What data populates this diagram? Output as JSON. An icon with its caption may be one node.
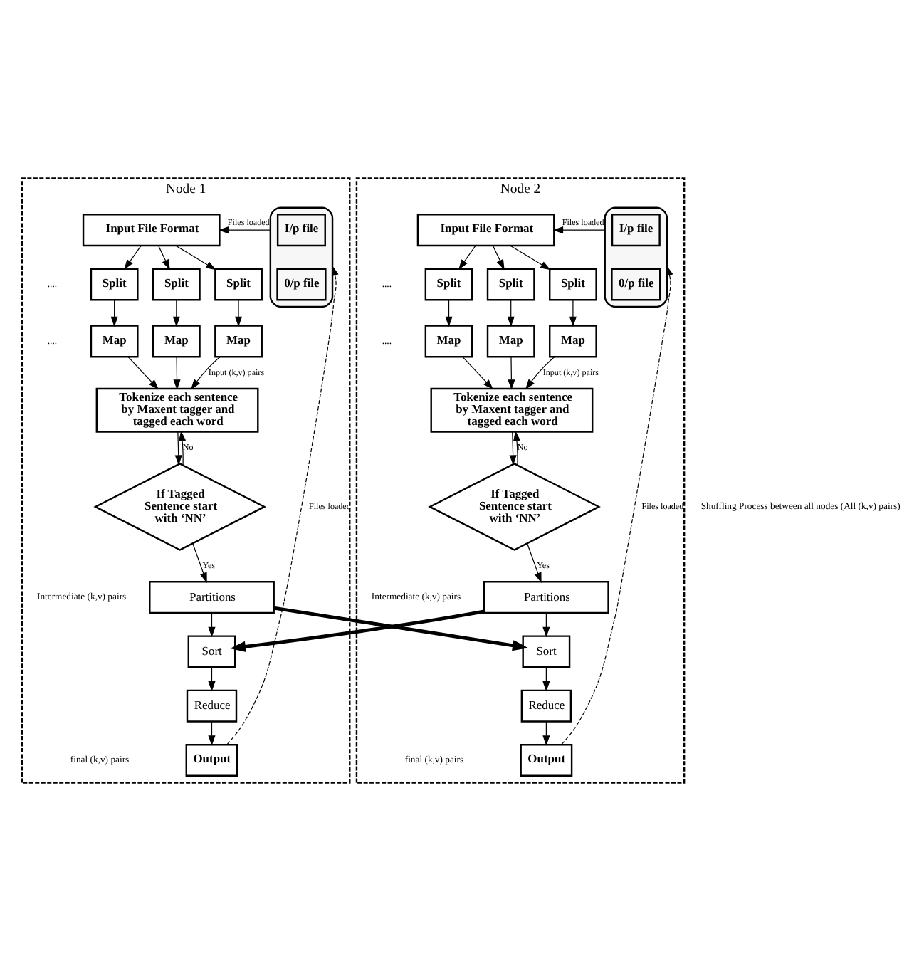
{
  "diagram": {
    "nodes": [
      {
        "text": [
          "Node 1"
        ]
      },
      {
        "text": [],
        "shape": "cylinder",
        "in": 0
      },
      {
        "text": [
          "I/p file"
        ],
        "in": 1
      },
      {
        "text": [
          "0/p file"
        ],
        "in": 1
      },
      {
        "text": [
          "Input File Format"
        ],
        "in": 0
      },
      {
        "text": [
          "Split"
        ],
        "in": 0
      },
      {
        "text": [
          "Split"
        ],
        "in": 0
      },
      {
        "text": [
          "Split"
        ],
        "in": 0
      },
      {
        "text": [
          "Map"
        ],
        "in": 0
      },
      {
        "text": [
          "Map"
        ],
        "in": 0
      },
      {
        "text": [
          "Map"
        ],
        "in": 0
      },
      {
        "text": [
          "Tokenize each sentence by Maxent tagger and tagged each word"
        ],
        "in": 0
      },
      {
        "text": [
          "If Tagged Sentence start with ‘NN’"
        ],
        "in": 0
      },
      {
        "text": [
          "Partitions"
        ],
        "in": 0
      },
      {
        "text": [
          "Sort"
        ],
        "in": 0
      },
      {
        "text": [
          "Reduce"
        ],
        "in": 0
      },
      {
        "text": [
          "Output"
        ],
        "in": 0
      },
      {
        "text": [
          "Node 2"
        ]
      },
      {
        "text": [
          "Input File Format"
        ],
        "in": 17
      },
      {
        "text": [
          "Split"
        ],
        "in": 17
      },
      {
        "text": [
          "Split"
        ],
        "in": 17
      },
      {
        "text": [
          "Split"
        ],
        "in": 17
      },
      {
        "text": [
          "Map"
        ],
        "in": 17
      },
      {
        "text": [
          "Map"
        ],
        "in": 17
      },
      {
        "text": [
          "Map"
        ],
        "in": 17
      },
      {
        "text": [
          "Tokenize each sentence by Maxent tagger and tagged each word"
        ],
        "in": 17
      },
      {
        "text": [
          "If Tagged Sentence start with ‘NN’"
        ],
        "in": 17
      },
      {
        "text": [
          "Partitions"
        ],
        "in": 17
      },
      {
        "text": [
          "Sort"
        ],
        "in": 17
      },
      {
        "text": [
          "Reduce"
        ],
        "in": 17
      },
      {
        "text": [
          "Output"
        ],
        "in": 17
      },
      {
        "text": [],
        "shape": "cylinder",
        "in": 17
      },
      {
        "text": [
          "I/p file"
        ],
        "in": 31
      },
      {
        "text": [
          "0/p file"
        ],
        "in": 31
      }
    ],
    "edges": [
      {
        "from": 1,
        "to": 4,
        "arrow": "to",
        "label": "Files loaded"
      },
      {
        "from": 4,
        "to": 5,
        "arrow": "to"
      },
      {
        "from": 4,
        "to": 6,
        "arrow": "to"
      },
      {
        "from": 4,
        "to": 7,
        "arrow": "to"
      },
      {
        "from": 5,
        "to": 8,
        "arrow": "to"
      },
      {
        "from": 6,
        "to": 9,
        "arrow": "to"
      },
      {
        "from": 7,
        "to": 10,
        "arrow": "to"
      },
      {
        "from": 8,
        "to": 11,
        "arrow": "to"
      },
      {
        "from": 9,
        "to": 11,
        "arrow": "to"
      },
      {
        "from": 10,
        "to": 11,
        "arrow": "to",
        "label": "Input (k,v) pairs"
      },
      {
        "from": 11,
        "to": 12,
        "arrow": "to"
      },
      {
        "from": 12,
        "to": 11,
        "arrow": "to",
        "label": "No"
      },
      {
        "from": 12,
        "to": 13,
        "arrow": "to",
        "label": "Yes"
      },
      {
        "from": 13,
        "to": 14,
        "arrow": "to"
      },
      {
        "from": 13,
        "to": 28,
        "arrow": "to",
        "style": "thick"
      },
      {
        "from": 14,
        "to": 15,
        "arrow": "to"
      },
      {
        "from": 15,
        "to": 16,
        "arrow": "to"
      },
      {
        "from": 16,
        "to": 1,
        "arrow": "to",
        "style": "dashed",
        "label": "Files loaded"
      },
      {
        "from": 31,
        "to": 18,
        "arrow": "to",
        "label": "Files loaded"
      },
      {
        "from": 18,
        "to": 19,
        "arrow": "to"
      },
      {
        "from": 18,
        "to": 20,
        "arrow": "to"
      },
      {
        "from": 18,
        "to": 21,
        "arrow": "to"
      },
      {
        "from": 19,
        "to": 22,
        "arrow": "to"
      },
      {
        "from": 20,
        "to": 23,
        "arrow": "to"
      },
      {
        "from": 21,
        "to": 24,
        "arrow": "to"
      },
      {
        "from": 22,
        "to": 25,
        "arrow": "to"
      },
      {
        "from": 23,
        "to": 25,
        "arrow": "to"
      },
      {
        "from": 24,
        "to": 25,
        "arrow": "to",
        "label": "Input (k,v) pairs"
      },
      {
        "from": 25,
        "to": 26,
        "arrow": "to"
      },
      {
        "from": 26,
        "to": 25,
        "arrow": "to",
        "label": "No"
      },
      {
        "from": 26,
        "to": 27,
        "arrow": "to",
        "label": "Yes"
      },
      {
        "from": 27,
        "to": 28,
        "arrow": "to"
      },
      {
        "from": 27,
        "to": 14,
        "arrow": "to",
        "style": "thick"
      },
      {
        "from": 28,
        "to": 29,
        "arrow": "to"
      },
      {
        "from": 29,
        "to": 30,
        "arrow": "to"
      },
      {
        "from": 30,
        "to": 31,
        "arrow": "to",
        "style": "dashed",
        "label": "Files loaded"
      }
    ],
    "labels": [
      "....",
      "....",
      "Intermediate (k,v) pairs",
      "final (k,v) pairs",
      "Shuffling Process between all nodes (All (k,v) pairs)",
      "....",
      "....",
      "Intermediate (k,v) pairs",
      "final (k,v) pairs"
    ]
  }
}
